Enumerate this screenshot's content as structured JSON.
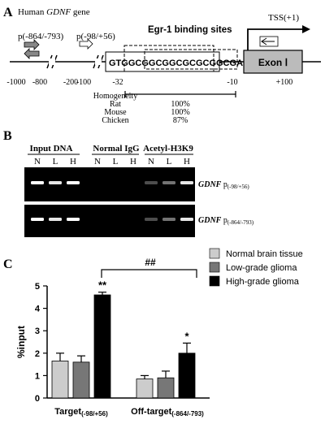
{
  "panel_a": {
    "label": "A",
    "gene_title_prefix": "Human ",
    "gene_title_gene": "GDNF",
    "gene_title_suffix": " gene",
    "primer_1": "p(-864/-793)",
    "primer_2": "p(-98/+56)",
    "egr_label": "Egr-1 binding sites",
    "tss_label": "TSS(+1)",
    "seq_gt": "GT",
    "seq_core": "GGCGGCGGCGCGCGGC",
    "seq_end": "GAG",
    "exon_label": "Exon Ⅰ",
    "positions": [
      "-1000",
      "-800",
      "-200",
      "-100",
      "-32",
      "-10",
      "+100"
    ],
    "homogeneity_label": "Homogeneity",
    "species": [
      "Rat",
      "Mouse",
      "Chicken"
    ],
    "percents": [
      "100%",
      "100%",
      "87%"
    ]
  },
  "panel_b": {
    "label": "B",
    "groups": [
      "Input DNA",
      "Normal IgG",
      "Acetyl-H3K9"
    ],
    "lanes": [
      "N",
      "L",
      "H",
      "N",
      "L",
      "H",
      "N",
      "L",
      "H"
    ],
    "gel_labels": [
      {
        "gene": "GDNF",
        "rest": " p",
        "sub": "(-98/+56)"
      },
      {
        "gene": "GDNF",
        "rest": " p",
        "sub": "(-864/-793)"
      }
    ]
  },
  "panel_c": {
    "label": "C",
    "sig_between": "##",
    "sig_target": "**",
    "sig_offtarget": "*"
  },
  "chart_data": {
    "type": "bar",
    "ylabel": "%input",
    "ylim": [
      0,
      5
    ],
    "yticks": [
      "0",
      "1",
      "2",
      "3",
      "4",
      "5"
    ],
    "categories": [
      "Target(-98/+56)",
      "Off-target(-864/-793)"
    ],
    "category_main": [
      "Target",
      "Off-target"
    ],
    "category_sub": [
      "(-98/+56)",
      "(-864/-793)"
    ],
    "series": [
      {
        "name": "Normal brain tissue",
        "values": [
          1.65,
          0.85
        ],
        "errors": [
          0.35,
          0.15
        ],
        "color": "#cccccc"
      },
      {
        "name": "Low-grade glioma",
        "values": [
          1.6,
          0.9
        ],
        "errors": [
          0.28,
          0.3
        ],
        "color": "#777777"
      },
      {
        "name": "High-grade glioma",
        "values": [
          4.6,
          2.0
        ],
        "errors": [
          0.12,
          0.45
        ],
        "color": "#000000"
      }
    ],
    "grid": false,
    "legend_position": "top-right"
  }
}
